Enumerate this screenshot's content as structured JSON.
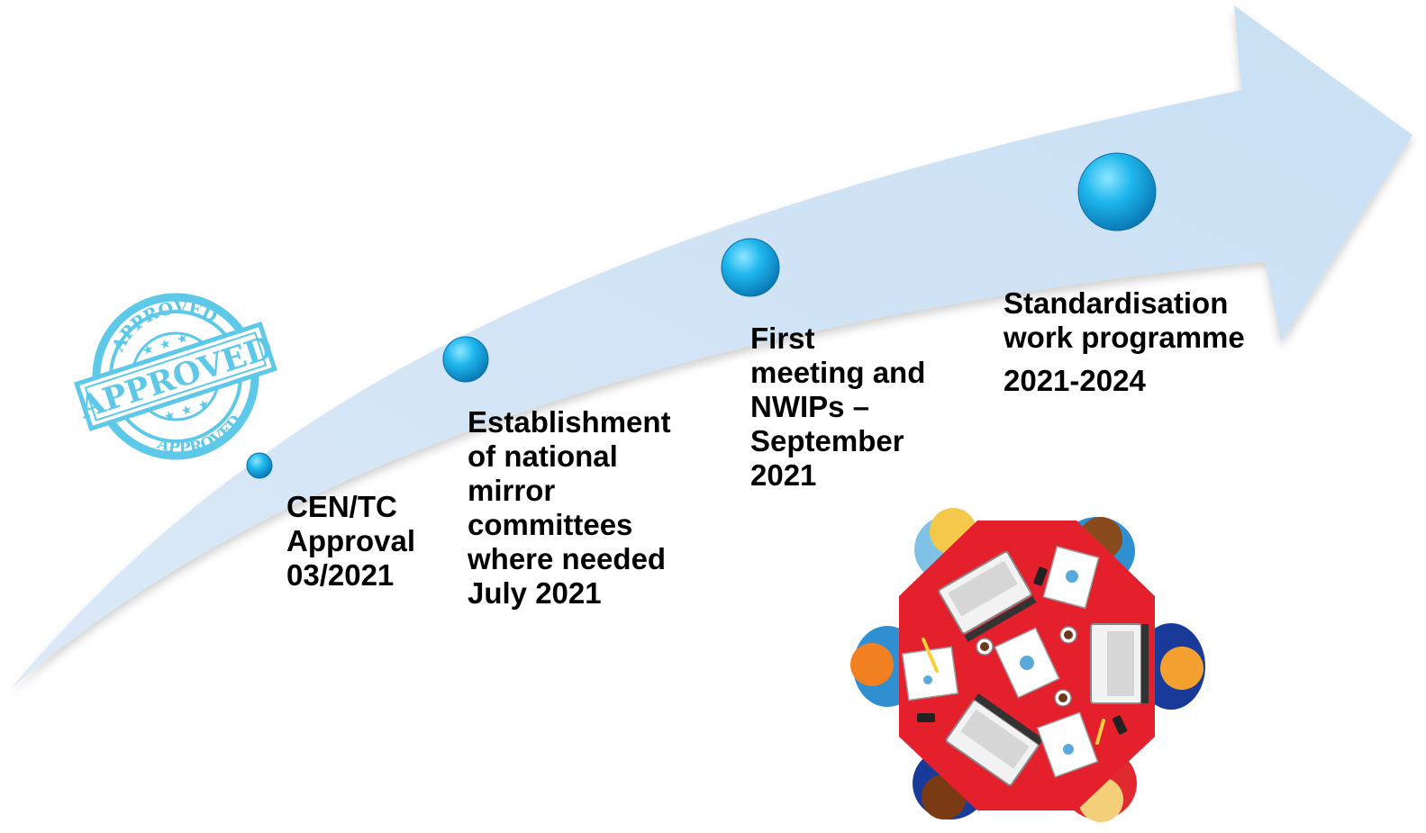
{
  "stamp": {
    "top_text": "APPROVED",
    "main_text": "APPROVED",
    "bottom_text": "APPROVED",
    "color": "#5ec8e8"
  },
  "arrow": {
    "color": "#cde2f4"
  },
  "milestones": [
    {
      "lines": [
        "CEN/TC",
        "Approval",
        "03/2021"
      ]
    },
    {
      "lines": [
        "Establishment",
        "of national",
        "mirror",
        "committees",
        "where needed",
        "July 2021"
      ]
    },
    {
      "lines": [
        "First",
        "meeting and",
        "NWIPs –",
        "September",
        "2021"
      ]
    },
    {
      "lines": [
        "Standardisation",
        "work programme",
        "2021-2024"
      ]
    }
  ],
  "illustration": {
    "table_color": "#e4202d"
  }
}
